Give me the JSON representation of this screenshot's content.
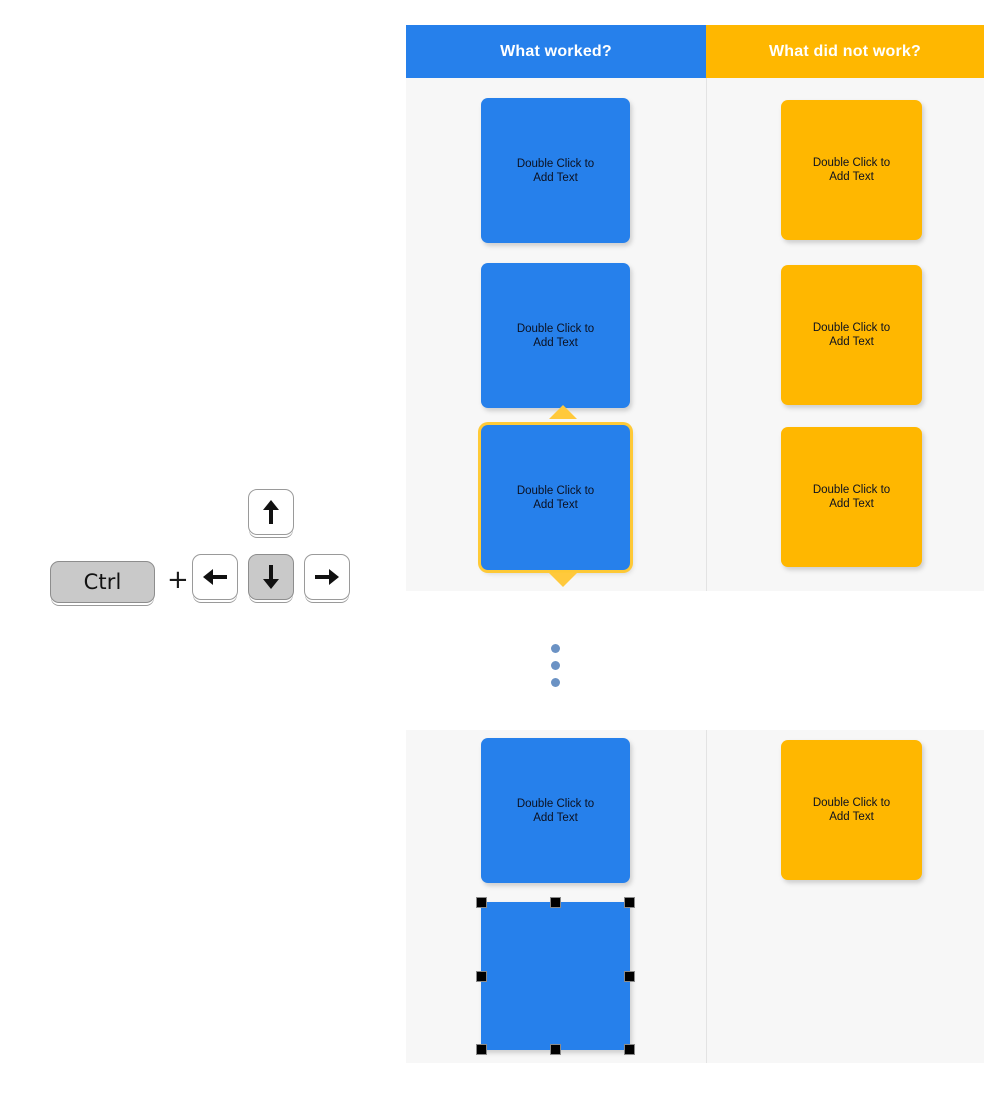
{
  "note_text": "Double Click to\nAdd Text",
  "colors": {
    "blue": "#2680EB",
    "yellow": "#FFB700",
    "panel_bg": "#f7f7f7",
    "move_highlight": "#FFC93C",
    "dot": "#6b92c4",
    "key_highlight": "#c9c9c9"
  },
  "keyboard": {
    "modifier_key": "Ctrl",
    "combiner": "+",
    "keys": [
      {
        "name": "arrow-up-key",
        "glyph": "↑",
        "highlighted": false
      },
      {
        "name": "arrow-left-key",
        "glyph": "←",
        "highlighted": false
      },
      {
        "name": "arrow-down-key",
        "glyph": "↓",
        "highlighted": true
      },
      {
        "name": "arrow-right-key",
        "glyph": "→",
        "highlighted": false
      }
    ]
  },
  "board_top": {
    "columns": [
      {
        "header": "What worked?",
        "header_color": "#2680EB",
        "notes": [
          {
            "text": "Double Click to\nAdd Text",
            "color": "blue",
            "state": "normal"
          },
          {
            "text": "Double Click to\nAdd Text",
            "color": "blue",
            "state": "normal"
          },
          {
            "text": "Double Click to\nAdd Text",
            "color": "blue",
            "state": "moving"
          }
        ]
      },
      {
        "header": "What did not work?",
        "header_color": "#FFB700",
        "notes": [
          {
            "text": "Double Click to\nAdd Text",
            "color": "yellow",
            "state": "normal"
          },
          {
            "text": "Double Click to\nAdd Text",
            "color": "yellow",
            "state": "normal"
          },
          {
            "text": "Double Click to\nAdd Text",
            "color": "yellow",
            "state": "normal"
          }
        ]
      }
    ]
  },
  "separator": {
    "name": "vertical-ellipsis",
    "dots": 3
  },
  "board_bottom": {
    "columns": [
      {
        "notes": [
          {
            "text": "Double Click to\nAdd Text",
            "color": "blue",
            "state": "normal"
          },
          {
            "text": "",
            "color": "blue",
            "state": "selected"
          }
        ]
      },
      {
        "notes": [
          {
            "text": "Double Click to\nAdd Text",
            "color": "yellow",
            "state": "normal"
          }
        ]
      }
    ]
  }
}
